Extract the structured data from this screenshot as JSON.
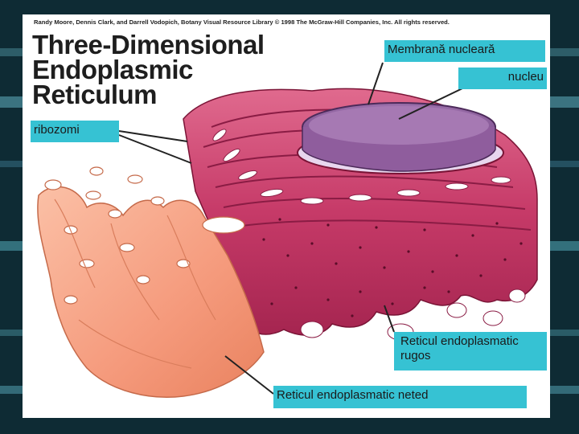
{
  "copyright": "Randy Moore, Dennis Clark, and Darrell Vodopich, Botany Visual Resource Library © 1998 The McGraw-Hill Companies, Inc. All rights reserved.",
  "title": [
    "Three-Dimensional",
    "Endoplasmic",
    "Reticulum"
  ],
  "labels": {
    "nuclear_membrane": "Membrană nucleară",
    "nucleus": "nucleu",
    "ribosomes": "ribozomi",
    "rough_er": "Reticul endoplasmatic rugos",
    "smooth_er": "Reticul endoplasmatic neted"
  },
  "colors": {
    "rough_er": "#c63a68",
    "smooth_er": "#f7a083",
    "nucleus": "#9a6aa6",
    "label_bg": "#36c2d3"
  }
}
